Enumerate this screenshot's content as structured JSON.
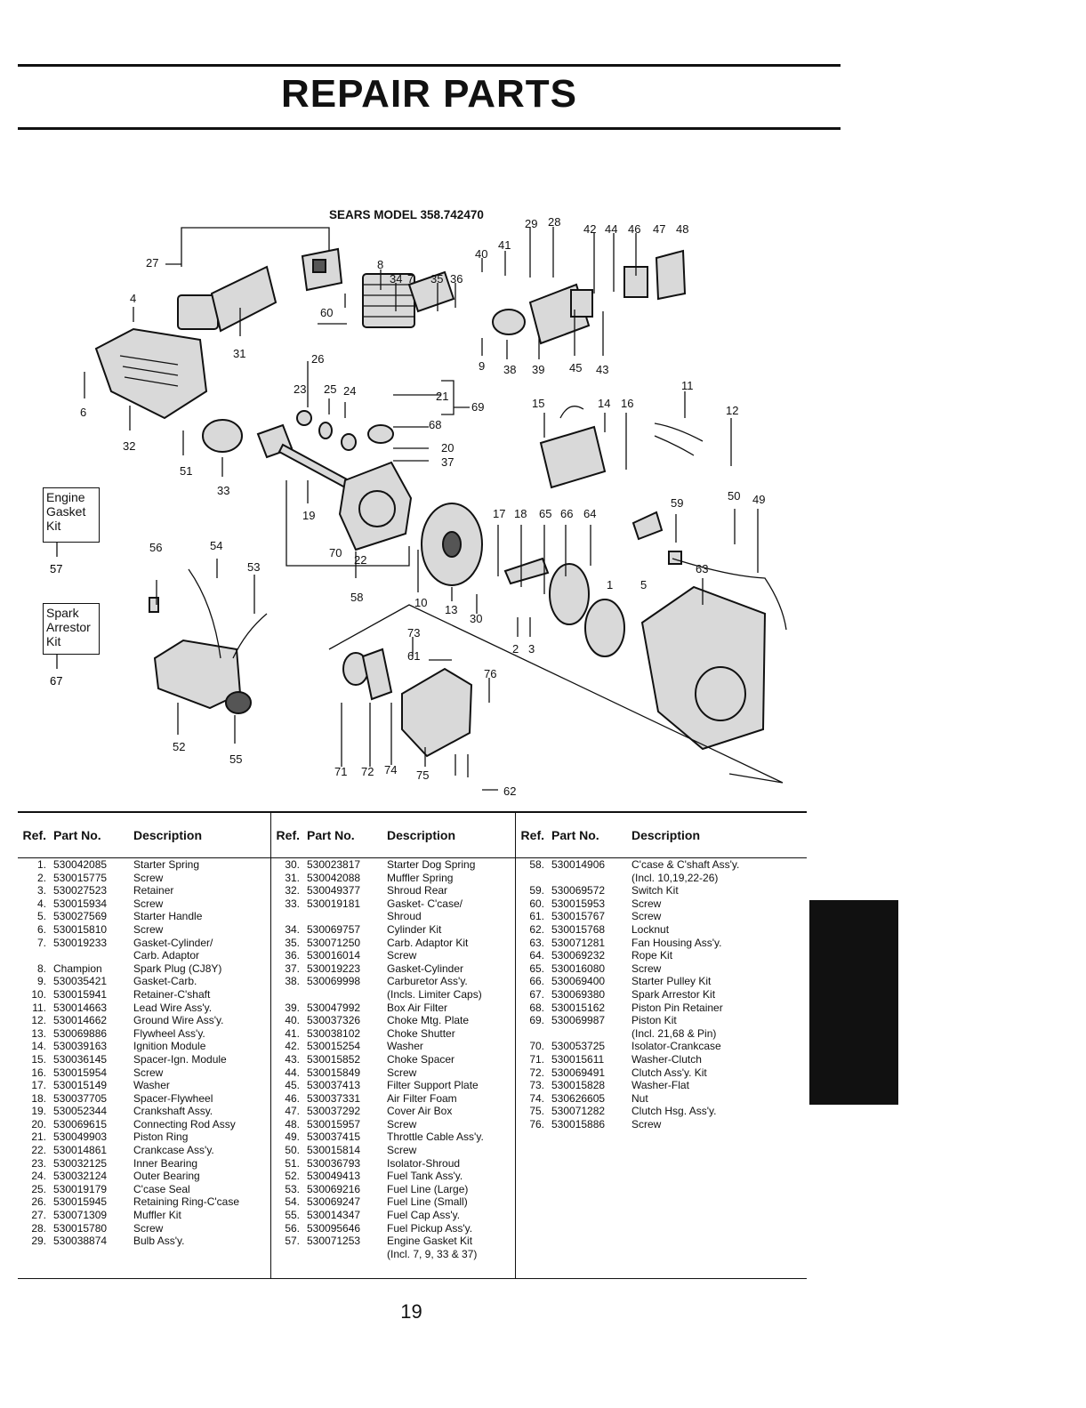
{
  "title": "REPAIR PARTS",
  "model_label": "SEARS MODEL 358.742470",
  "kits": [
    {
      "lines": [
        "Engine",
        "Gasket",
        "Kit"
      ],
      "ref": "57"
    },
    {
      "lines": [
        "Spark",
        "Arrestor",
        "Kit"
      ],
      "ref": "67"
    }
  ],
  "callouts": [
    "1",
    "2",
    "3",
    "4",
    "5",
    "6",
    "7",
    "8",
    "9",
    "10",
    "11",
    "12",
    "13",
    "14",
    "15",
    "16",
    "17",
    "18",
    "19",
    "20",
    "21",
    "22",
    "23",
    "24",
    "25",
    "26",
    "27",
    "28",
    "29",
    "30",
    "31",
    "32",
    "33",
    "34",
    "35",
    "36",
    "37",
    "38",
    "39",
    "40",
    "41",
    "42",
    "43",
    "44",
    "45",
    "46",
    "47",
    "48",
    "49",
    "50",
    "51",
    "52",
    "53",
    "54",
    "55",
    "56",
    "58",
    "59",
    "60",
    "61",
    "62",
    "63",
    "64",
    "65",
    "66",
    "68",
    "69",
    "70",
    "71",
    "72",
    "73",
    "74",
    "75",
    "76"
  ],
  "table": {
    "headers": {
      "ref": "Ref.",
      "part_no": "Part No.",
      "description": "Description"
    },
    "columns": [
      [
        {
          "ref": "1.",
          "part": "530042085",
          "desc": "Starter Spring"
        },
        {
          "ref": "2.",
          "part": "530015775",
          "desc": "Screw"
        },
        {
          "ref": "3.",
          "part": "530027523",
          "desc": "Retainer"
        },
        {
          "ref": "4.",
          "part": "530015934",
          "desc": "Screw"
        },
        {
          "ref": "5.",
          "part": "530027569",
          "desc": "Starter Handle"
        },
        {
          "ref": "6.",
          "part": "530015810",
          "desc": "Screw"
        },
        {
          "ref": "7.",
          "part": "530019233",
          "desc": "Gasket-Cylinder/"
        },
        {
          "ref": "",
          "part": "",
          "desc": "Carb. Adaptor",
          "indent": true
        },
        {
          "ref": "8.",
          "part": "Champion",
          "desc": "Spark Plug (CJ8Y)"
        },
        {
          "ref": "9.",
          "part": "530035421",
          "desc": "Gasket-Carb."
        },
        {
          "ref": "10.",
          "part": "530015941",
          "desc": "Retainer-C'shaft"
        },
        {
          "ref": "11.",
          "part": "530014663",
          "desc": "Lead Wire Ass'y."
        },
        {
          "ref": "12.",
          "part": "530014662",
          "desc": "Ground Wire Ass'y."
        },
        {
          "ref": "13.",
          "part": "530069886",
          "desc": "Flywheel Ass'y."
        },
        {
          "ref": "14.",
          "part": "530039163",
          "desc": "Ignition Module"
        },
        {
          "ref": "15.",
          "part": "530036145",
          "desc": "Spacer-Ign. Module"
        },
        {
          "ref": "16.",
          "part": "530015954",
          "desc": "Screw"
        },
        {
          "ref": "17.",
          "part": "530015149",
          "desc": "Washer"
        },
        {
          "ref": "18.",
          "part": "530037705",
          "desc": "Spacer-Flywheel"
        },
        {
          "ref": "19.",
          "part": "530052344",
          "desc": "Crankshaft Assy."
        },
        {
          "ref": "20.",
          "part": "530069615",
          "desc": "Connecting Rod Assy"
        },
        {
          "ref": "21.",
          "part": "530049903",
          "desc": "Piston Ring"
        },
        {
          "ref": "22.",
          "part": "530014861",
          "desc": "Crankcase Ass'y."
        },
        {
          "ref": "23.",
          "part": "530032125",
          "desc": "Inner Bearing"
        },
        {
          "ref": "24.",
          "part": "530032124",
          "desc": "Outer Bearing"
        },
        {
          "ref": "25.",
          "part": "530019179",
          "desc": "C'case Seal"
        },
        {
          "ref": "26.",
          "part": "530015945",
          "desc": "Retaining Ring-C'case"
        },
        {
          "ref": "27.",
          "part": "530071309",
          "desc": "Muffler Kit"
        },
        {
          "ref": "28.",
          "part": "530015780",
          "desc": "Screw"
        },
        {
          "ref": "29.",
          "part": "530038874",
          "desc": "Bulb Ass'y."
        }
      ],
      [
        {
          "ref": "30.",
          "part": "530023817",
          "desc": "Starter Dog Spring"
        },
        {
          "ref": "31.",
          "part": "530042088",
          "desc": "Muffler Spring"
        },
        {
          "ref": "32.",
          "part": "530049377",
          "desc": "Shroud Rear"
        },
        {
          "ref": "33.",
          "part": "530019181",
          "desc": "Gasket- C'case/"
        },
        {
          "ref": "",
          "part": "",
          "desc": "Shroud",
          "indent": true
        },
        {
          "ref": "34.",
          "part": "530069757",
          "desc": "Cylinder Kit"
        },
        {
          "ref": "35.",
          "part": "530071250",
          "desc": "Carb. Adaptor Kit"
        },
        {
          "ref": "36.",
          "part": "530016014",
          "desc": "Screw"
        },
        {
          "ref": "37.",
          "part": "530019223",
          "desc": "Gasket-Cylinder"
        },
        {
          "ref": "38.",
          "part": "530069998",
          "desc": "Carburetor Ass'y."
        },
        {
          "ref": "",
          "part": "",
          "desc": "(Incls. Limiter Caps)",
          "indent": true
        },
        {
          "ref": "39.",
          "part": "530047992",
          "desc": "Box Air Filter"
        },
        {
          "ref": "40.",
          "part": "530037326",
          "desc": "Choke Mtg. Plate"
        },
        {
          "ref": "41.",
          "part": "530038102",
          "desc": "Choke Shutter"
        },
        {
          "ref": "42.",
          "part": "530015254",
          "desc": "Washer"
        },
        {
          "ref": "43.",
          "part": "530015852",
          "desc": "Choke Spacer"
        },
        {
          "ref": "44.",
          "part": "530015849",
          "desc": "Screw"
        },
        {
          "ref": "45.",
          "part": "530037413",
          "desc": "Filter Support Plate"
        },
        {
          "ref": "46.",
          "part": "530037331",
          "desc": "Air Filter Foam"
        },
        {
          "ref": "47.",
          "part": "530037292",
          "desc": "Cover Air Box"
        },
        {
          "ref": "48.",
          "part": "530015957",
          "desc": "Screw"
        },
        {
          "ref": "49.",
          "part": "530037415",
          "desc": "Throttle Cable Ass'y."
        },
        {
          "ref": "50.",
          "part": "530015814",
          "desc": "Screw"
        },
        {
          "ref": "51.",
          "part": "530036793",
          "desc": "Isolator-Shroud"
        },
        {
          "ref": "52.",
          "part": "530049413",
          "desc": "Fuel Tank Ass'y."
        },
        {
          "ref": "53.",
          "part": "530069216",
          "desc": "Fuel Line (Large)"
        },
        {
          "ref": "54.",
          "part": "530069247",
          "desc": "Fuel Line (Small)"
        },
        {
          "ref": "55.",
          "part": "530014347",
          "desc": "Fuel Cap Ass'y."
        },
        {
          "ref": "56.",
          "part": "530095646",
          "desc": "Fuel Pickup Ass'y."
        },
        {
          "ref": "57.",
          "part": "530071253",
          "desc": "Engine Gasket Kit"
        },
        {
          "ref": "",
          "part": "",
          "desc": "(Incl. 7, 9, 33 & 37)",
          "indent": true
        }
      ],
      [
        {
          "ref": "58.",
          "part": "530014906",
          "desc": "C'case & C'shaft Ass'y."
        },
        {
          "ref": "",
          "part": "",
          "desc": "(Incl. 10,19,22-26)",
          "indent": true
        },
        {
          "ref": "59.",
          "part": "530069572",
          "desc": "Switch Kit"
        },
        {
          "ref": "60.",
          "part": "530015953",
          "desc": "Screw"
        },
        {
          "ref": "61.",
          "part": "530015767",
          "desc": "Screw"
        },
        {
          "ref": "62.",
          "part": "530015768",
          "desc": "Locknut"
        },
        {
          "ref": "63.",
          "part": "530071281",
          "desc": "Fan Housing Ass'y."
        },
        {
          "ref": "64.",
          "part": "530069232",
          "desc": "Rope Kit"
        },
        {
          "ref": "65.",
          "part": "530016080",
          "desc": "Screw"
        },
        {
          "ref": "66.",
          "part": "530069400",
          "desc": "Starter Pulley Kit"
        },
        {
          "ref": "67.",
          "part": "530069380",
          "desc": "Spark Arrestor Kit"
        },
        {
          "ref": "68.",
          "part": "530015162",
          "desc": "Piston Pin Retainer"
        },
        {
          "ref": "69.",
          "part": "530069987",
          "desc": "Piston Kit"
        },
        {
          "ref": "",
          "part": "",
          "desc": "(Incl. 21,68 & Pin)",
          "indent": true
        },
        {
          "ref": "70.",
          "part": "530053725",
          "desc": "Isolator-Crankcase"
        },
        {
          "ref": "71.",
          "part": "530015611",
          "desc": "Washer-Clutch"
        },
        {
          "ref": "72.",
          "part": "530069491",
          "desc": "Clutch Ass'y. Kit"
        },
        {
          "ref": "73.",
          "part": "530015828",
          "desc": "Washer-Flat"
        },
        {
          "ref": "74.",
          "part": "530626605",
          "desc": "Nut"
        },
        {
          "ref": "75.",
          "part": "530071282",
          "desc": "Clutch Hsg. Ass'y."
        },
        {
          "ref": "76.",
          "part": "530015886",
          "desc": "Screw"
        }
      ]
    ]
  },
  "page_number": "19"
}
